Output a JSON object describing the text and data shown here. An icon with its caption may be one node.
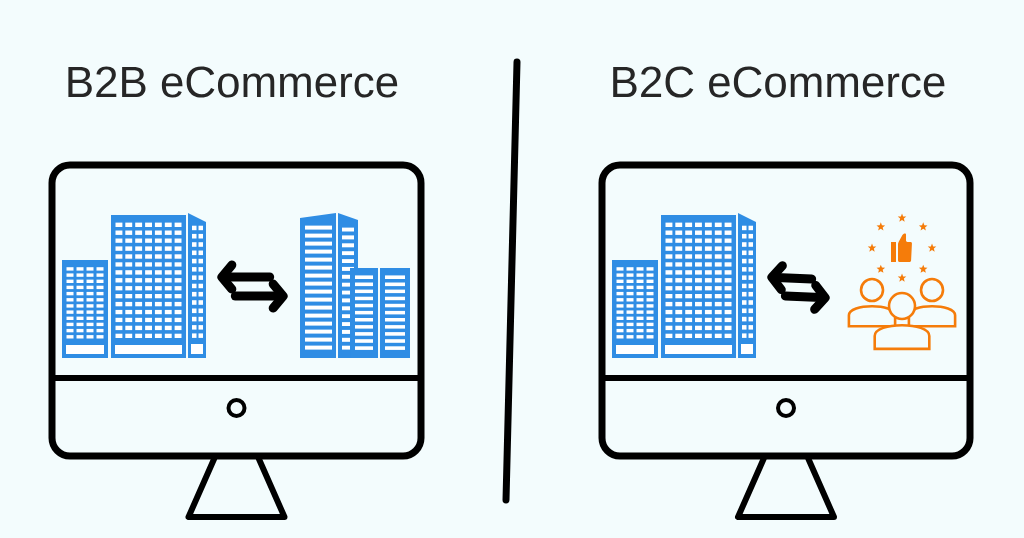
{
  "diagram": {
    "nodes": [
      {
        "text": [],
        "shape": "picture"
      },
      {
        "text": [],
        "shape": "picture"
      },
      {
        "text": [],
        "shape": "picture"
      },
      {
        "text": [],
        "shape": "picture"
      }
    ],
    "edges": [
      {
        "from": 0,
        "to": 1,
        "arrow": "both"
      },
      {
        "from": 2,
        "to": 3,
        "arrow": "both"
      }
    ],
    "labels": [
      "B2B eCommerce",
      "B2C eCommerce"
    ]
  }
}
